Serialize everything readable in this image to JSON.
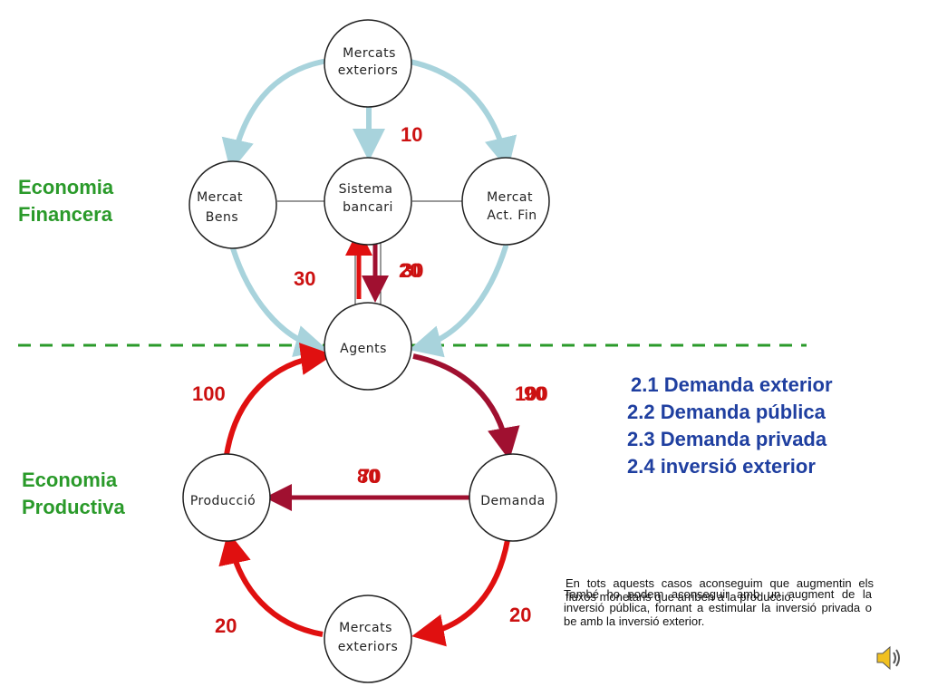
{
  "sections": {
    "financial": [
      "Economia",
      "Financera"
    ],
    "productive": [
      "Economia",
      "Productiva"
    ]
  },
  "nodes": {
    "mercats_exteriors_top": [
      "Mercats",
      "exteriors"
    ],
    "mercat_bens": [
      "Mercat",
      "Bens"
    ],
    "sistema_bancari": [
      "Sistema",
      "bancari"
    ],
    "mercat_act_fin": [
      "Mercat",
      "Act. Fin"
    ],
    "agents": [
      "Agents"
    ],
    "produccio": [
      "Producció"
    ],
    "demanda": [
      "Demanda"
    ],
    "mercats_exteriors_bottom": [
      "Mercats",
      "exteriors"
    ]
  },
  "flows": {
    "exterior_to_bank": "10",
    "agents_to_bank": "30",
    "bank_to_agents_a": "20",
    "bank_to_agents_b": "30",
    "produccio_to_agents": "100",
    "agents_to_demanda_a": "100",
    "agents_to_demanda_b": "90",
    "demanda_to_produccio_a": "80",
    "demanda_to_produccio_b": "70",
    "demanda_to_exteriors": "20",
    "exteriors_to_produccio": "20"
  },
  "demand_items": [
    "2.1 Demanda exterior",
    "2.2 Demanda pública",
    "2.3 Demanda privada",
    "2.4 inversió exterior"
  ],
  "notes": {
    "first": "En tots aquests casos aconseguim que augmentin els fluxos monetaris que arriben a la producció.",
    "second": "També ho podem aconseguir amb un augment de la inversió pública, fornant a estimular la inversió privada o be amb la inversió exterior."
  },
  "icons": {
    "speaker": "speaker-icon"
  },
  "colors": {
    "financial_arrows": "#a8d3dc",
    "red_flow": "#e01010",
    "dark_red_flow": "#a01030",
    "section_label": "#2a9a2a",
    "demand_list": "#1f3fa0",
    "divider": "#2a9a2a"
  }
}
